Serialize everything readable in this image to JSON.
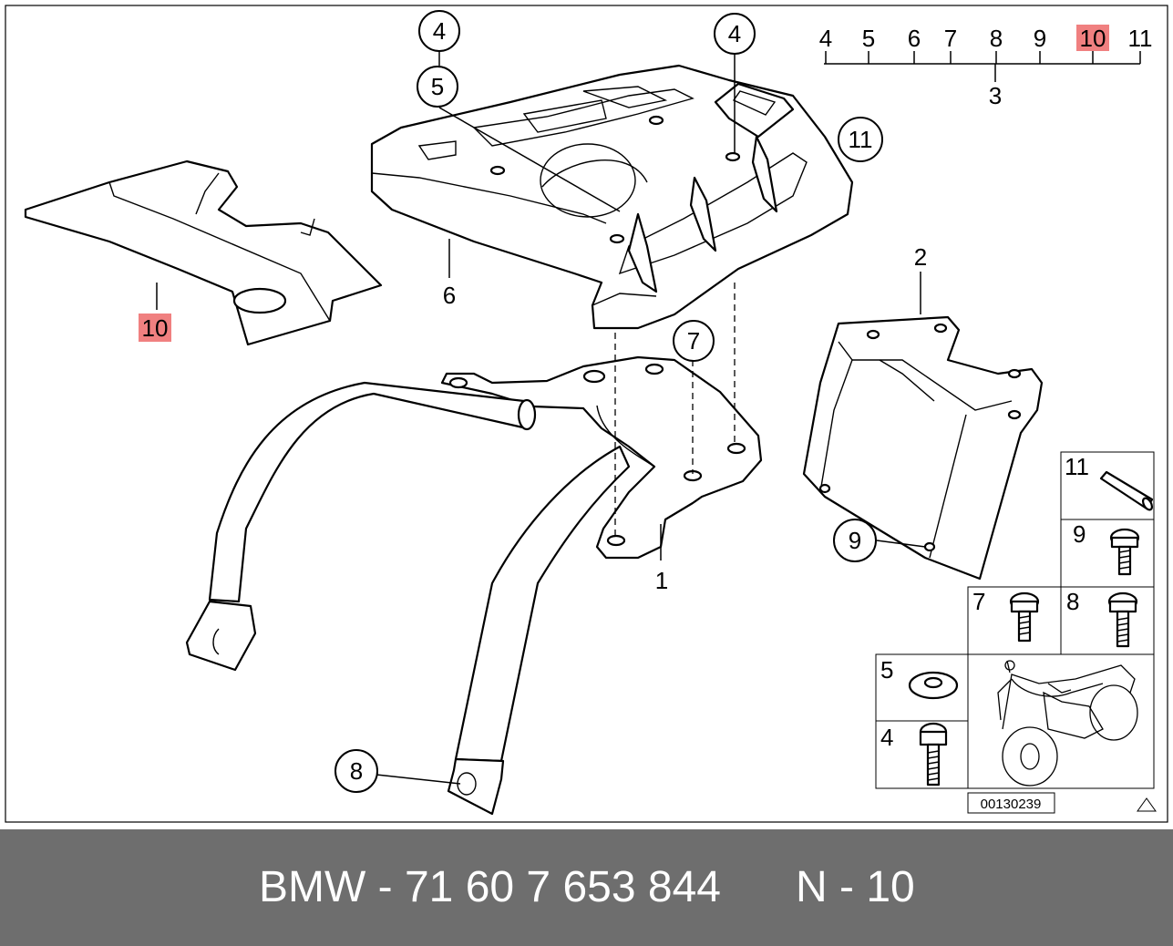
{
  "footer": {
    "part_number": "BMW - 71 60 7 653 844",
    "position": "N - 10"
  },
  "diagram": {
    "part_labels": {
      "p1": "1",
      "p2": "2",
      "p3": "3",
      "p6": "6",
      "p10_highlight": "10",
      "c4a": "4",
      "c5": "5",
      "c4b": "4",
      "c7": "7",
      "c8": "8",
      "c9": "9",
      "c11": "11"
    },
    "scale_labels": [
      "4",
      "5",
      "6",
      "7",
      "8",
      "9",
      "10",
      "11"
    ],
    "highlighted_part": "10",
    "highlight_color": "#f08080",
    "table_labels": {
      "t11": "11",
      "t9": "9",
      "t7": "7",
      "t8": "8",
      "t5": "5",
      "t4": "4"
    },
    "drawing_id": "00130239"
  }
}
